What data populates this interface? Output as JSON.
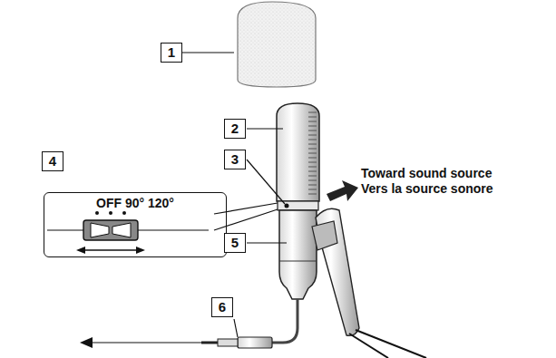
{
  "diagram": {
    "nodes": [
      {
        "text": [
          "OFF 90° 120°"
        ]
      }
    ],
    "labels": [
      "1",
      "Toward sound source",
      "Vers la source sonore",
      "4",
      "2",
      "3",
      "5",
      "6"
    ]
  }
}
